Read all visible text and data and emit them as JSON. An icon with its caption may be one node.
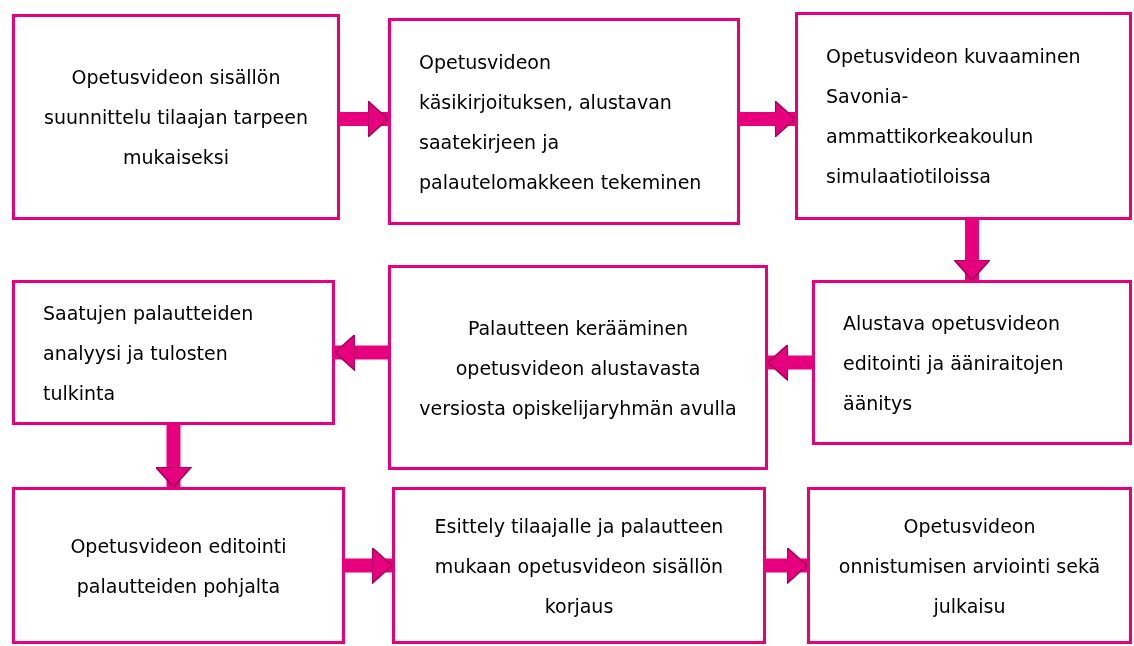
{
  "diagram": {
    "nodes": [
      {
        "text": [
          "Opetusvideon sisällön suunnittelu tilaajan tarpeen mukaiseksi"
        ]
      },
      {
        "text": [
          "Opetusvideon käsikirjoituksen, alustavan saatekirjeen ja palautelomakkeen tekeminen"
        ]
      },
      {
        "text": [
          "Opetusvideon kuvaaminen Savonia-ammattikorkeakoulun simulaatiotiloissa"
        ]
      },
      {
        "text": [
          "Alustava opetusvideon editointi ja ääniraitojen äänitys"
        ]
      },
      {
        "text": [
          "Palautteen kerääminen opetusvideon alustavasta versiosta opiskelijaryhmän avulla"
        ]
      },
      {
        "text": [
          "Saatujen palautteiden analyysi ja tulosten tulkinta"
        ]
      },
      {
        "text": [
          "Opetusvideon editointi palautteiden pohjalta"
        ]
      },
      {
        "text": [
          "Esittely tilaajalle ja palautteen mukaan opetusvideon sisällön korjaus"
        ]
      },
      {
        "text": [
          "Opetusvideon onnistumisen arviointi sekä julkaisu"
        ]
      }
    ],
    "edges": [
      {
        "from": 0,
        "to": 1,
        "arrow": "to"
      },
      {
        "from": 1,
        "to": 2,
        "arrow": "to"
      },
      {
        "from": 2,
        "to": 3,
        "arrow": "to"
      },
      {
        "from": 3,
        "to": 4,
        "arrow": "to"
      },
      {
        "from": 4,
        "to": 5,
        "arrow": "to"
      },
      {
        "from": 5,
        "to": 6,
        "arrow": "to"
      },
      {
        "from": 6,
        "to": 7,
        "arrow": "to"
      },
      {
        "from": 7,
        "to": 8,
        "arrow": "to"
      }
    ]
  }
}
